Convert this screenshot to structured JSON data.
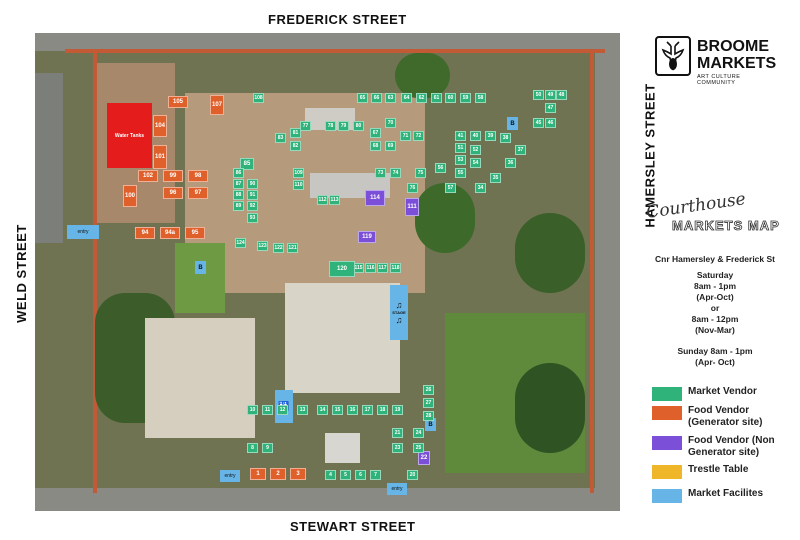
{
  "streets": {
    "top": "FREDERICK STREET",
    "bottom": "STEWART STREET",
    "left": "WELD STREET",
    "right": "HAMERSLEY STREET"
  },
  "logo": {
    "line1": "BROOME",
    "line2": "MARKETS",
    "tagline": "ART CULTURE COMMUNITY",
    "icon": "boab-tree-icon"
  },
  "map_title": {
    "script": "Courthouse",
    "outline": "MARKETS MAP"
  },
  "info": {
    "address": "Cnr Hamersley & Frederick St",
    "saturday_label": "Saturday",
    "saturday_time1": "8am - 1pm",
    "saturday_range1": "(Apr-Oct)",
    "or": "or",
    "saturday_time2": "8am - 12pm",
    "saturday_range2": "(Nov-Mar)",
    "sunday_time": "Sunday 8am - 1pm",
    "sunday_range": "(Apr- Oct)"
  },
  "legend": [
    {
      "label": "Market Vendor",
      "color": "#2fb37a"
    },
    {
      "label": "Food Vendor (Generator site)",
      "color": "#e0602c"
    },
    {
      "label": "Food Vendor (Non Generator site)",
      "color": "#7b4fd8"
    },
    {
      "label": "Trestle Table",
      "color": "#f0b629"
    },
    {
      "label": "Market Facilites",
      "color": "#67b5e6"
    }
  ],
  "map_labels": {
    "water_tanks": "Water Tanks",
    "entry": "entry",
    "stage": "STAGE",
    "bus_stop": "B",
    "toilets": "toilets-icon"
  },
  "stalls": {
    "food_generator": [
      "105",
      "107",
      "104",
      "101",
      "102",
      "99",
      "98",
      "100",
      "96",
      "97",
      "94",
      "94a",
      "95",
      "1",
      "2",
      "3"
    ],
    "food_non_generator": [
      "114",
      "111",
      "119",
      "22"
    ],
    "market_vendor_top": [
      "108",
      "65",
      "66",
      "63",
      "64",
      "62",
      "61",
      "60",
      "59",
      "58",
      "50",
      "49",
      "48",
      "47",
      "45",
      "46",
      "41",
      "40",
      "39",
      "38",
      "37",
      "36",
      "35",
      "34"
    ],
    "market_vendor_mid": [
      "85",
      "86",
      "87",
      "88",
      "89",
      "90",
      "91",
      "92",
      "93",
      "109",
      "110",
      "112",
      "113",
      "115",
      "116",
      "117",
      "118",
      "120",
      "121",
      "122",
      "123",
      "124"
    ],
    "market_vendor_bottom": [
      "4",
      "5",
      "6",
      "7",
      "8",
      "9",
      "10",
      "11",
      "12",
      "13",
      "14",
      "15",
      "16",
      "17",
      "18",
      "19",
      "20",
      "21",
      "23",
      "24",
      "25",
      "26",
      "27",
      "28"
    ],
    "market_vendor_right": [
      "51",
      "52",
      "53",
      "54",
      "55",
      "56",
      "57",
      "67",
      "68",
      "69",
      "70",
      "71",
      "72",
      "73",
      "74",
      "75",
      "76",
      "77",
      "78",
      "79",
      "80",
      "81",
      "82",
      "83"
    ]
  }
}
